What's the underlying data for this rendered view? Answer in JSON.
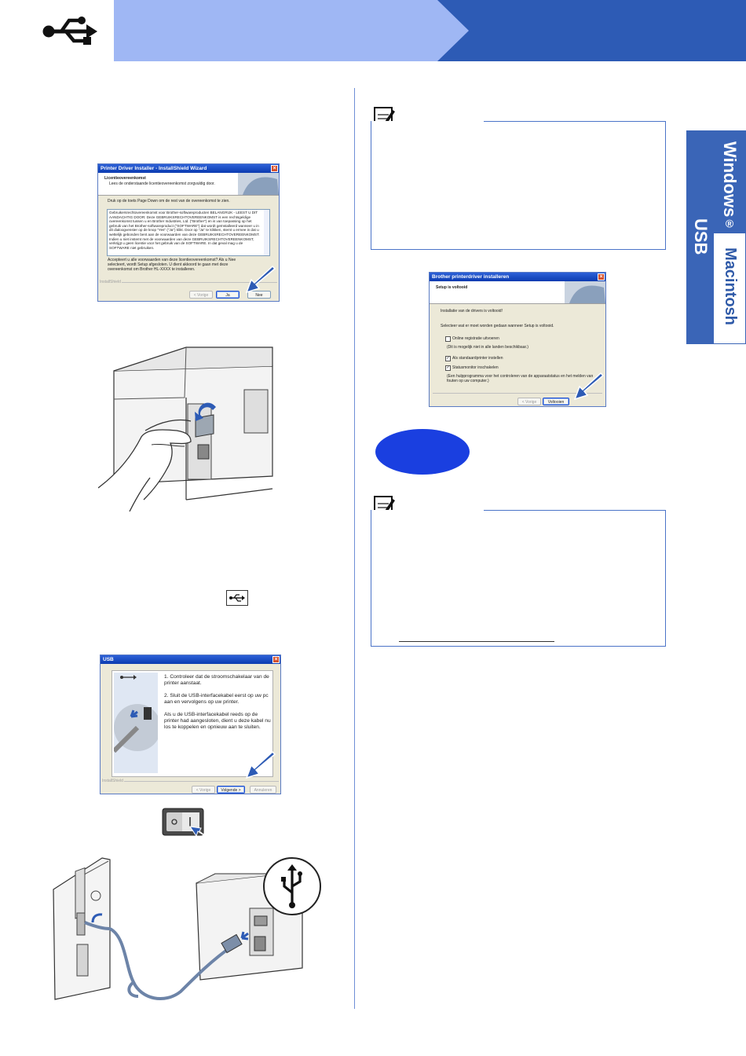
{
  "side_tabs": {
    "windows": "Windows",
    "registered_mark": "®",
    "usb": "USB",
    "macintosh": "Macintosh"
  },
  "dialog_license": {
    "title": "Printer Driver Installer - InstallShield Wizard",
    "close": "×",
    "heading": "Licentieovereenkomst",
    "subheading": "Lees de onderstaande licentieovereenkomst zorgvuldig door.",
    "instruction": "Druk op de toets Page Down om de rest van de overeenkomst te zien.",
    "agreement_text": "Gebruikersrechtovereenkomst voor Brother-softwareproducten BELANGRIJK - LEEST U DIT AANDACHTIG DOOR: Deze GEBRUIKSRECHTOVEREENKOMST is een rechtsgeldige overeenkomst tussen u en Brother Industries, Ltd. (\"Brother\") en is van toepassing op het gebruik van het Brother-softwareproduct (\"SOFTWARE\") dat wordt geïnstalleerd wanneer u in dit dialoogvenster op de knop \"Yes\" (\"Ja\") klikt. Door op \"Ja\" te klikken, stemt u ermee in dat u wettelijk gebonden bent aan de voorwaarden van deze GEBRUIKSRECHTOVEREENKOMST. Indien u niet instemt met de voorwaarden van deze GEBRUIKSRECHTOVEREENKOMST, verkrijgt u geen licentie voor het gebruik van de SOFTWARE. In dat geval mag u de SOFTWARE niet gebruiken.",
    "question": "Accepteert u alle voorwaarden van deze licentieovereenkomst? Als u Nee selecteert, wordt Setup afgesloten. U dient akkoord te gaan met deze overeenkomst om Brother HL-XXXX te installeren.",
    "footer_label": "InstallShield",
    "back_button": "< Vorige",
    "yes_button": "Ja",
    "no_button": "Nee"
  },
  "dialog_usb": {
    "title": "USB",
    "close": "×",
    "step1": "1. Controleer dat de stroomschakelaar van de printer aanstaat.",
    "step2": "2. Sluit de USB-interfacekabel eerst op uw pc aan en vervolgens op uw printer.",
    "step3": "Als u de USB-interfacekabel reeds op de printer had aangesloten, dient u deze kabel nu los te koppelen en opnieuw aan te sluiten.",
    "footer_label": "InstallShield",
    "back_button": "< Vorige",
    "next_button": "Volgende >",
    "cancel_button": "Annuleren"
  },
  "dialog_complete": {
    "title": "Brother printerdriver installeren",
    "close": "×",
    "heading": "Setup is voltooid",
    "installed_text": "Installatie van de drivers is voltooid!",
    "select_text": "Selecteer wat er moet worden gedaan wanneer Setup is voltooid.",
    "option1": "Online registratie uitvoeren",
    "option1_note": "(Dit is mogelijk niet in alle landen beschikbaar.)",
    "option2": "Als standaardprinter instellen",
    "option3": "Statusmonitor inschakelen",
    "option3_note": "(Een hulpprogramma voor het controleren van de apparaatstatus en het melden van fouten op uw computer.)",
    "back_button": "< Vorige",
    "finish_button": "Voltooien"
  }
}
